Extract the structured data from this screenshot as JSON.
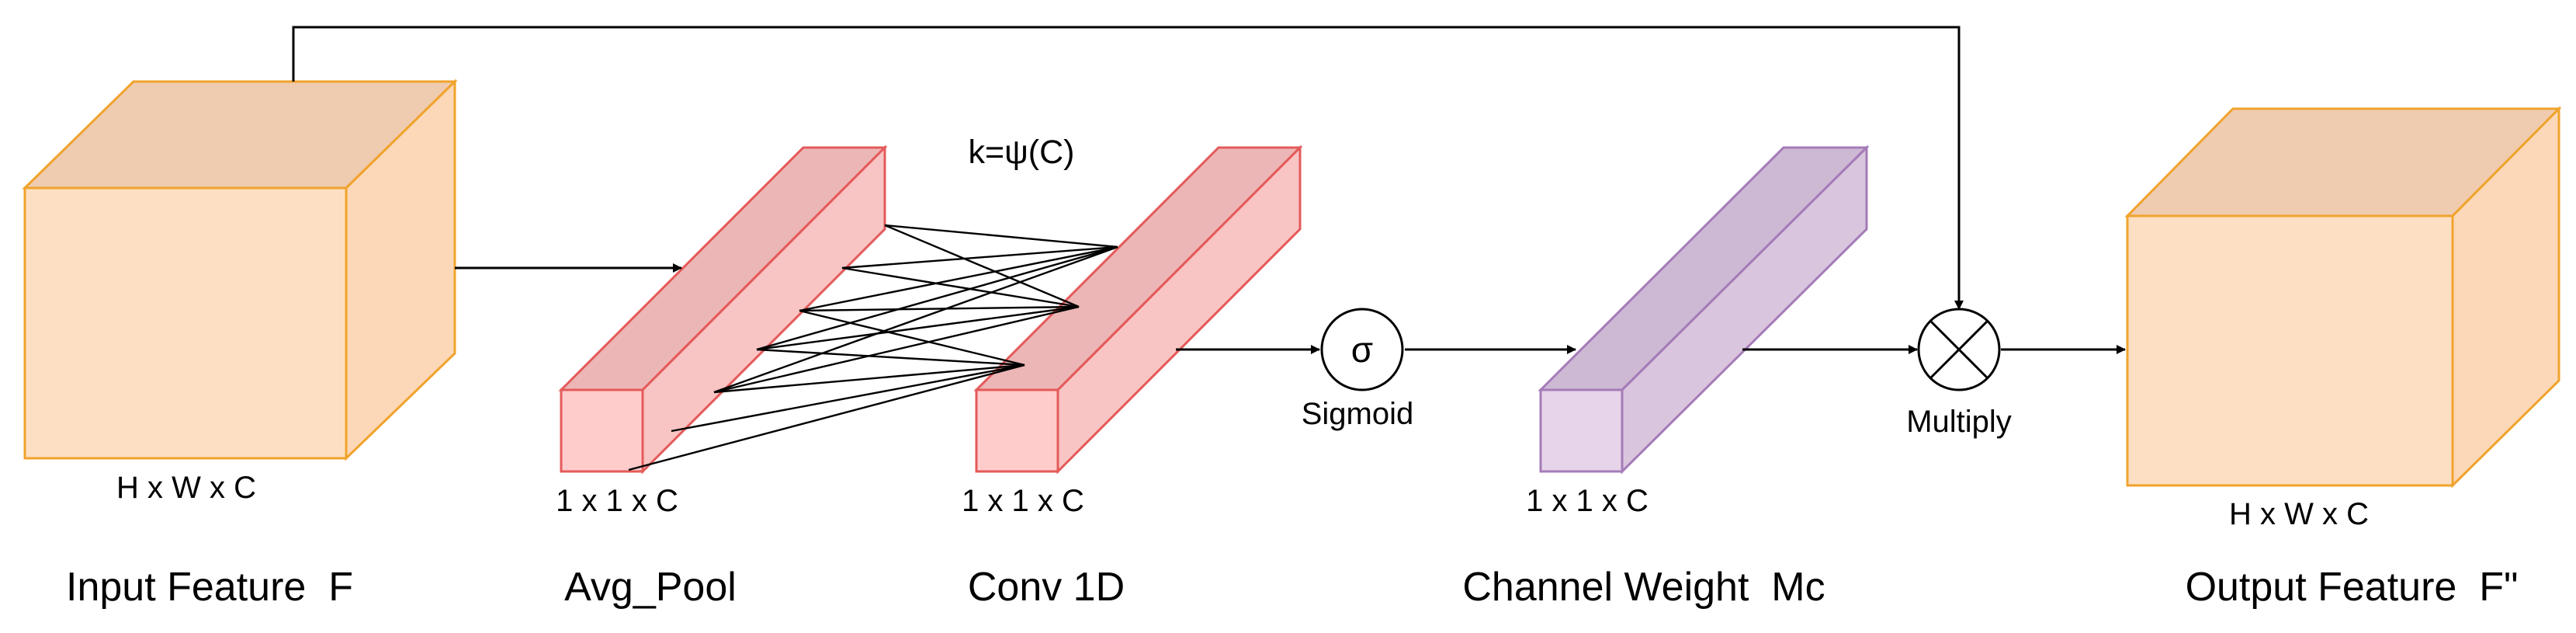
{
  "input_feature": {
    "dims": "H x W x C",
    "caption": "Input Feature  F"
  },
  "avg_pool": {
    "dims": "1 x 1 x C",
    "caption": "Avg_Pool"
  },
  "conv1d": {
    "kernel_label": "k=ψ(C)",
    "dims": "1 x 1 x C",
    "caption": "Conv 1D"
  },
  "sigmoid": {
    "symbol": "σ",
    "label": "Sigmoid"
  },
  "channel_weight": {
    "dims": "1 x 1 x C",
    "caption": "Channel Weight  Mc"
  },
  "multiply": {
    "label": "Multiply"
  },
  "output_feature": {
    "dims": "H x W x C",
    "caption": "Output Feature  F\""
  },
  "colors": {
    "cube_front": "#fde0c4",
    "cube_top": "#efcbb0",
    "cube_side": "#fcd8b8",
    "cube_stroke": "#f0a32c",
    "bar_front": "#ffcccc",
    "bar_top": "#ecb6b6",
    "bar_side": "#f8c4c4",
    "bar_stroke": "#e45a5a",
    "weight_front": "#e7d4ea",
    "weight_top": "#cdb9d4",
    "weight_side": "#d9c6de",
    "weight_stroke": "#a57bb8"
  }
}
